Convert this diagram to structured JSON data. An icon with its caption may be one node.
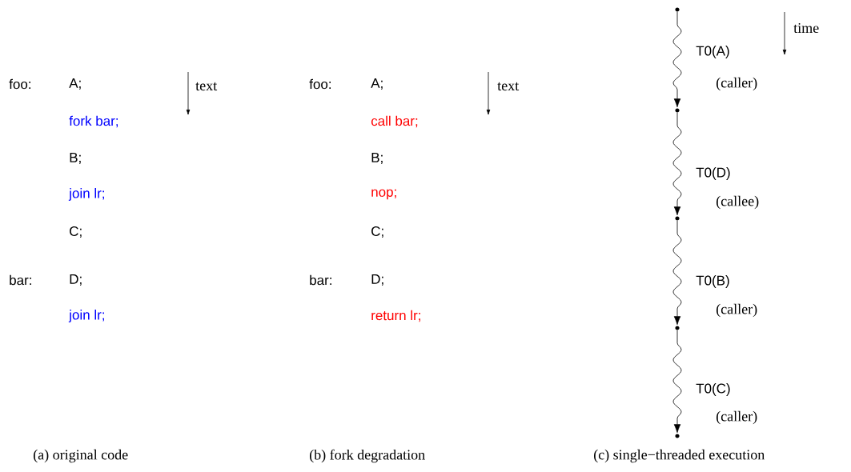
{
  "diagram": {
    "nodes": [
      {
        "text": [],
        "shape": "circle"
      },
      {
        "text": [],
        "shape": "circle"
      },
      {
        "text": [],
        "shape": "circle"
      },
      {
        "text": [],
        "shape": "circle"
      },
      {
        "text": [],
        "shape": "circle"
      }
    ],
    "edges": [
      {
        "from": 0,
        "to": 1,
        "arrow": "to",
        "label": "T0(A)"
      },
      {
        "from": 1,
        "to": 2,
        "arrow": "to",
        "label": "T0(D)"
      },
      {
        "from": 2,
        "to": 3,
        "arrow": "to",
        "label": "T0(B)"
      },
      {
        "from": 3,
        "to": 4,
        "arrow": "to",
        "label": "T0(C)"
      }
    ],
    "labels": [
      "foo:",
      "A;",
      "text",
      "fork bar;",
      "B;",
      "join lr;",
      "C;",
      "bar:",
      "D;",
      "join lr;",
      "foo:",
      "A;",
      "text",
      "call bar;",
      "B;",
      "nop;",
      "C;",
      "bar:",
      "D;",
      "return lr;",
      "time",
      "(caller)",
      "(callee)",
      "(caller)",
      "(caller)",
      "(a) original code",
      "(b) fork degradation",
      "(c) single−threaded execution"
    ]
  }
}
